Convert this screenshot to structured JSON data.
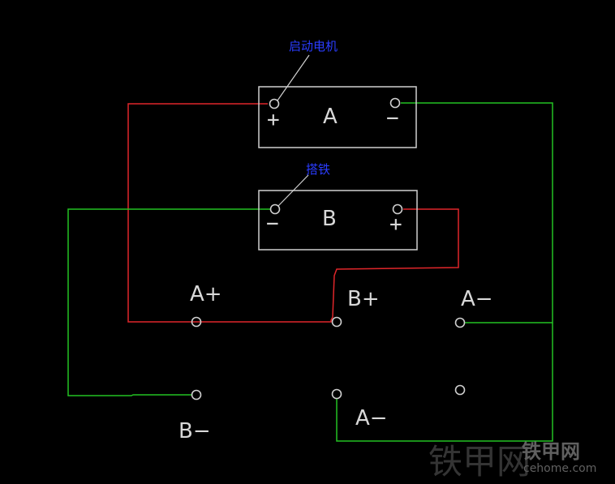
{
  "annotations": {
    "starter_motor": "启动电机",
    "ground": "搭铁"
  },
  "battery_a": {
    "name": "A",
    "plus": "+",
    "minus": "−"
  },
  "battery_b": {
    "name": "B",
    "plus": "+",
    "minus": "−"
  },
  "terminals": {
    "a_plus": "A+",
    "b_plus": "B+",
    "a_minus_top": "A−",
    "b_minus": "B−",
    "a_minus_bottom": "A−"
  },
  "watermark": {
    "logo": "铁甲网",
    "url": "cehome.com"
  },
  "colors": {
    "background": "#000000",
    "positive_wire": "#e0262a",
    "negative_wire": "#22c322",
    "annotation_text": "#2a3cff",
    "drawing_lines": "#cfcfcf"
  }
}
